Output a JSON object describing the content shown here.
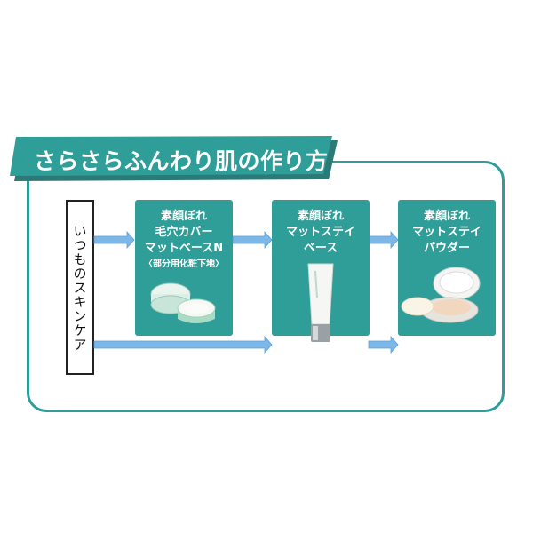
{
  "title": "さらさらふんわり肌の作り方",
  "start_label": "いつものスキンケア",
  "cards": [
    {
      "name": "matte-base-card",
      "lines": [
        "素顔ぼれ",
        "毛穴カバー",
        "マットベースN",
        "〈部分用化粧下地〉"
      ]
    },
    {
      "name": "matte-stay-base-card",
      "lines": [
        "素顔ぼれ",
        "マットステイ",
        "ベース"
      ]
    },
    {
      "name": "matte-stay-powder-card",
      "lines": [
        "素顔ぼれ",
        "マットステイ",
        "パウダー"
      ]
    }
  ],
  "colors": {
    "teal": "#2f9e98",
    "arrow": "#7db7e8",
    "banner_shadow": "#2b7a78"
  }
}
